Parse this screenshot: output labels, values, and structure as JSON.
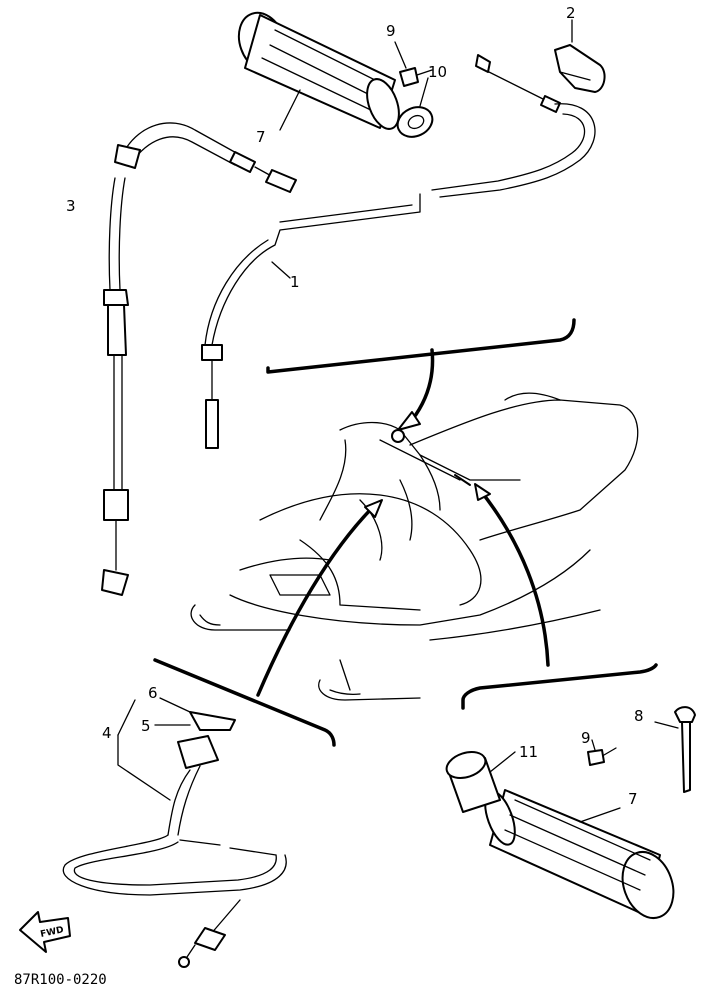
{
  "diagram": {
    "drawing_code": "87R100-0220",
    "direction_label": "FWD",
    "callouts": {
      "throttle_cable": "1",
      "clip": "2",
      "brake_cable": "3",
      "choke_lever_assy": "4",
      "lever": "5",
      "cap": "6",
      "grip_top": "7",
      "grip_bottom": "7",
      "end_plug": "8",
      "screw_top": "9",
      "screw_bottom": "9",
      "washer": "10",
      "collar": "11"
    }
  }
}
